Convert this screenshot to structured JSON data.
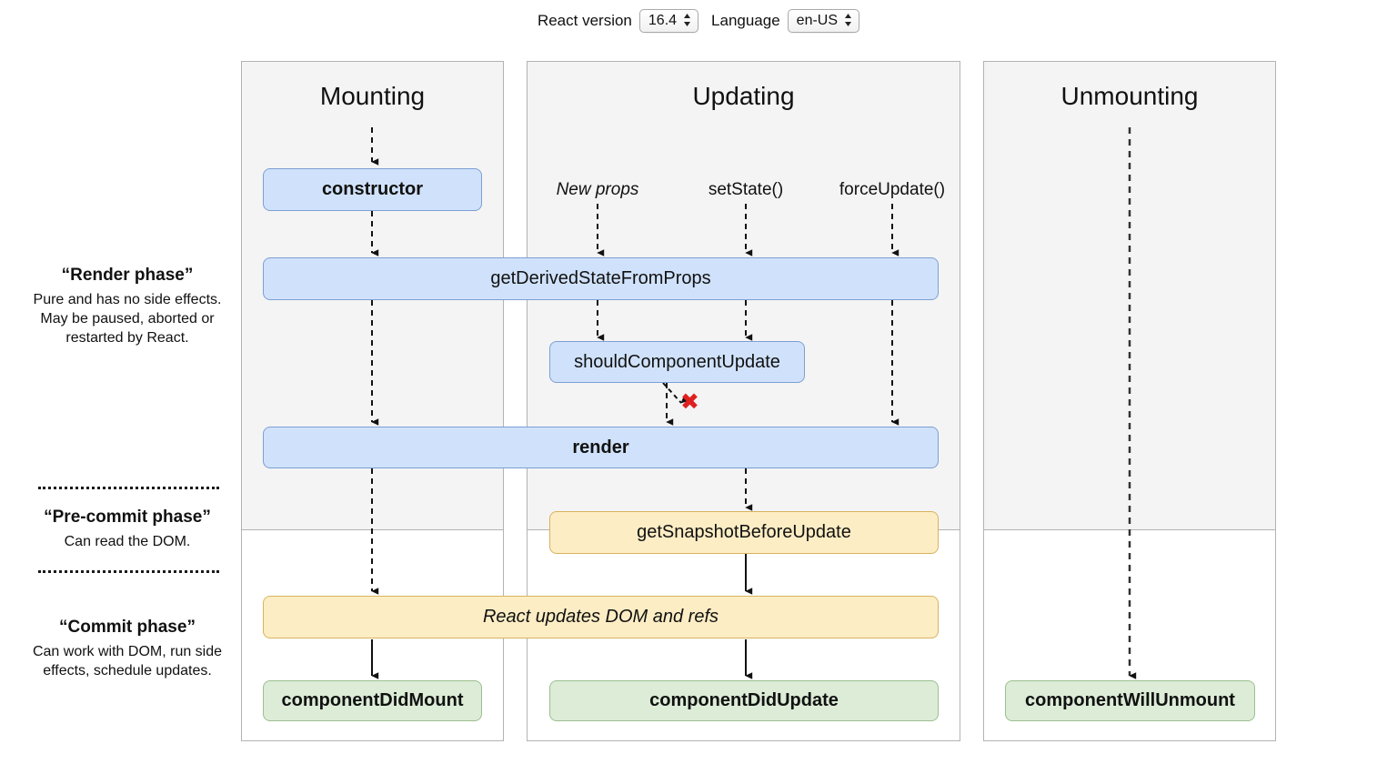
{
  "toolbar": {
    "react_version_label": "React version",
    "react_version_value": "16.4",
    "language_label": "Language",
    "language_value": "en-US"
  },
  "phases": [
    {
      "title": "“Render phase”",
      "description": "Pure and has no side effects. May be paused, aborted or restarted by React."
    },
    {
      "title": "“Pre-commit phase”",
      "description": "Can read the DOM."
    },
    {
      "title": "“Commit phase”",
      "description": "Can work with DOM, run side effects, schedule updates."
    }
  ],
  "columns": [
    {
      "title": "Mounting"
    },
    {
      "title": "Updating"
    },
    {
      "title": "Unmounting"
    }
  ],
  "triggers": [
    {
      "label": "New props"
    },
    {
      "label": "setState()"
    },
    {
      "label": "forceUpdate()"
    }
  ],
  "nodes": {
    "constructor": "constructor",
    "get_derived_state_from_props": "getDerivedStateFromProps",
    "should_component_update": "shouldComponentUpdate",
    "render": "render",
    "get_snapshot_before_update": "getSnapshotBeforeUpdate",
    "react_updates_dom": "React updates DOM and refs",
    "component_did_mount": "componentDidMount",
    "component_did_update": "componentDidUpdate",
    "component_will_unmount": "componentWillUnmount"
  },
  "annotations": {
    "skip_render_x": "✖"
  },
  "colors": {
    "blue_fill": "#d0e2fb",
    "blue_border": "#7c9fd4",
    "yellow_fill": "#fdedc4",
    "yellow_border": "#d8b35e",
    "green_fill": "#dcecd7",
    "green_border": "#9cbf8e",
    "panel_gray": "#f4f4f4",
    "panel_border": "#b3b3b3",
    "x_red": "#e02020"
  }
}
